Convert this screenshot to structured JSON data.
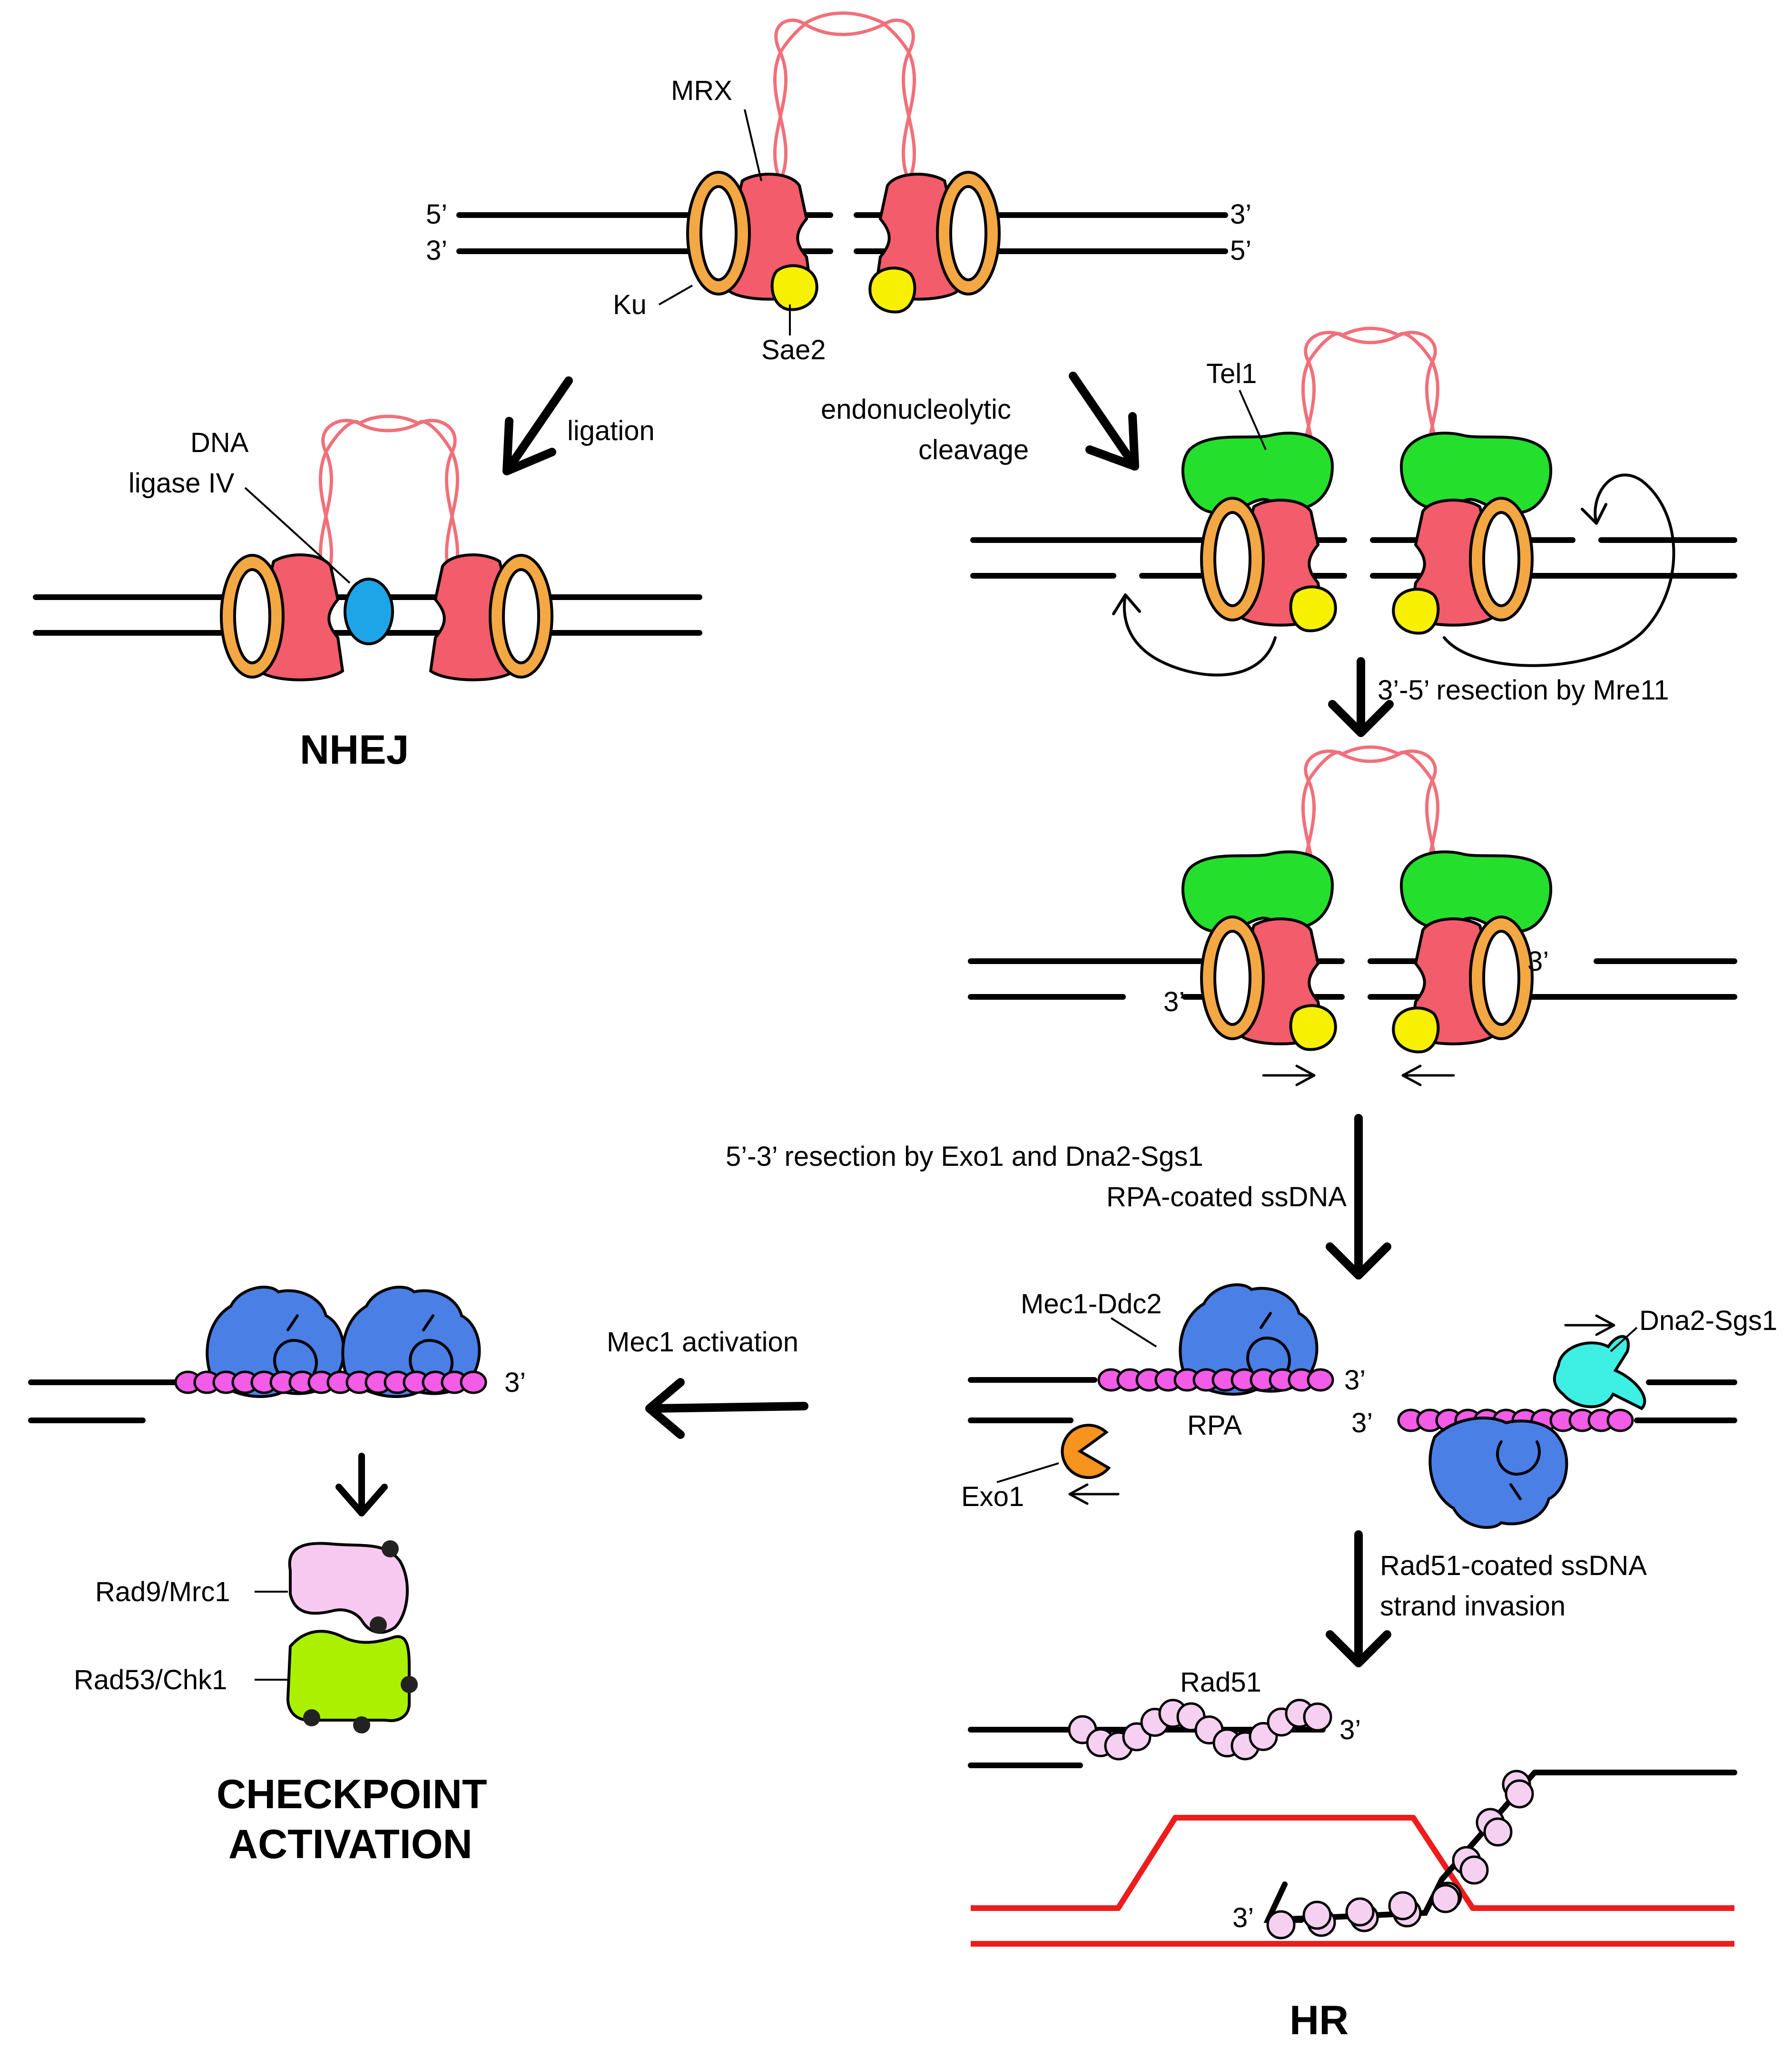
{
  "labels": {
    "mrx": "MRX",
    "ku": "Ku",
    "sae2": "Sae2",
    "ligation": "ligation",
    "dna_ligase_line1": "DNA",
    "dna_ligase_line2": "ligase IV",
    "nhej": "NHEJ",
    "endo_line1": "endonucleolytic",
    "endo_line2": "cleavage",
    "tel1": "Tel1",
    "resection_mre11": "3’-5’ resection by Mre11",
    "resection_exo_line1": "5’-3’ resection by Exo1 and Dna2-Sgs1",
    "resection_exo_line2": "RPA-coated ssDNA",
    "mec1_activation": "Mec1 activation",
    "mec1_ddc2": "Mec1-Ddc2",
    "rpa": "RPA",
    "exo1": "Exo1",
    "dna2_sgs1": "Dna2-Sgs1",
    "rad9_mrc1": "Rad9/Mrc1",
    "rad53_chk1": "Rad53/Chk1",
    "checkpoint_line1": "CHECKPOINT",
    "checkpoint_line2": "ACTIVATION",
    "rad51_coated_line1": "Rad51-coated ssDNA",
    "rad51_coated_line2": "strand invasion",
    "rad51": "Rad51",
    "hr": "HR",
    "end_5": "5’",
    "end_3": "3’"
  },
  "colors": {
    "mrx": "#f25c6b",
    "ku": "#f3a844",
    "sae2": "#f7f000",
    "tel1": "#24e02c",
    "dna_ligase_iv": "#1ea5e8",
    "mec1_ddc2": "#4a7fe6",
    "rpa": "#f25ce6",
    "exo1": "#f7941d",
    "dna2_sgs1": "#3ef0e4",
    "rad9_mrc1": "#f7c8f0",
    "rad53_chk1": "#aaf000",
    "rad51": "#f5d0f0",
    "donor_dna": "#ee1c1c"
  }
}
